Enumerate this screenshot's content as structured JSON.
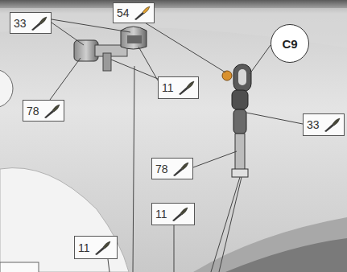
{
  "diagram": {
    "nodes": [
      {
        "text": [
          "54"
        ]
      },
      {
        "text": [
          "33"
        ]
      },
      {
        "text": [
          "C9"
        ]
      },
      {
        "text": [
          "11"
        ]
      },
      {
        "text": [
          "78"
        ]
      },
      {
        "text": [
          "33"
        ]
      },
      {
        "text": [
          "78"
        ]
      },
      {
        "text": [
          "11"
        ]
      },
      {
        "text": [
          "11"
        ]
      }
    ],
    "edges": []
  }
}
